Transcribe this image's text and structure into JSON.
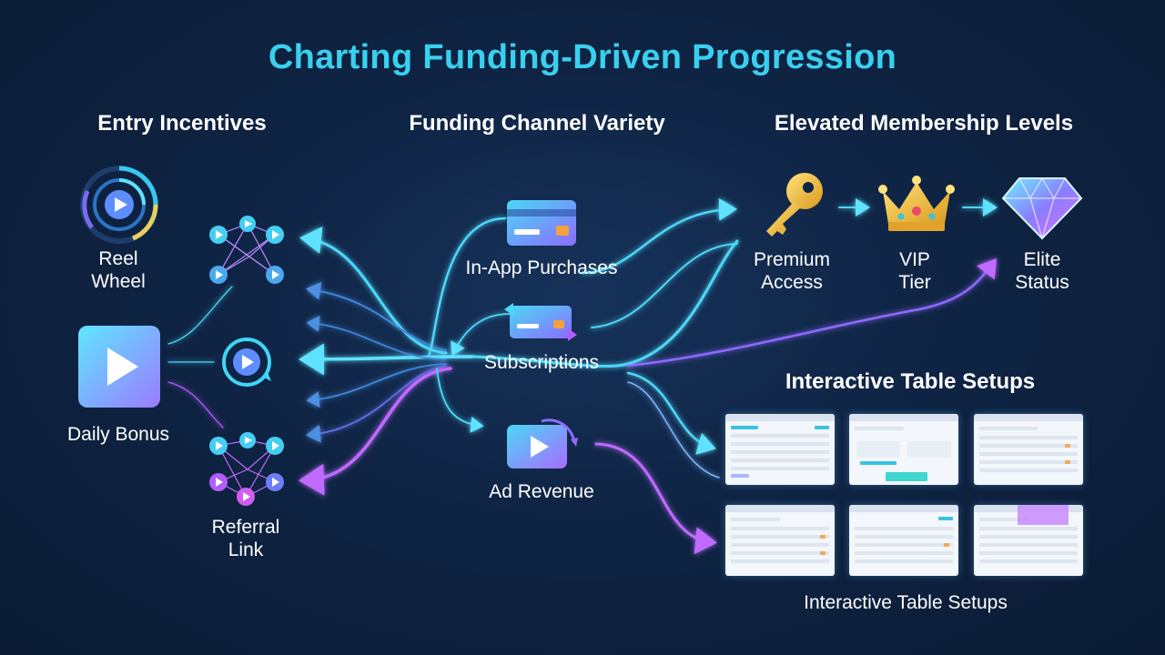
{
  "title": "Charting Funding-Driven Progression",
  "sections": {
    "entry": "Entry Incentives",
    "funding": "Funding Channel Variety",
    "membership": "Elevated Membership Levels",
    "tables": "Interactive Table Setups"
  },
  "entry_nodes": {
    "reel_wheel_line1": "Reel",
    "reel_wheel_line2": "Wheel",
    "daily_bonus": "Daily Bonus",
    "referral_line1": "Referral",
    "referral_line2": "Link"
  },
  "funding_nodes": {
    "in_app": "In-App Purchases",
    "subscriptions": "Subscriptions",
    "ad_revenue": "Ad Revenue"
  },
  "membership_nodes": {
    "premium_line1": "Premium",
    "premium_line2": "Access",
    "vip_line1": "VIP",
    "vip_line2": "Tier",
    "elite_line1": "Elite",
    "elite_line2": "Status"
  },
  "tables_caption": "Interactive Table Setups",
  "icons": {
    "reel_wheel": "reel-wheel-icon",
    "daily_bonus": "play-tile-icon",
    "refresh": "refresh-play-icon",
    "network": "network-icon",
    "card": "credit-card-icon",
    "subscription": "subscription-card-icon",
    "ad": "ad-play-icon",
    "key": "key-icon",
    "crown": "crown-icon",
    "diamond": "diamond-icon"
  },
  "colors": {
    "title": "#39d0ee",
    "cyan_flow": "#3fd6f5",
    "purple_flow": "#b35cff",
    "background": "#0f2444"
  }
}
